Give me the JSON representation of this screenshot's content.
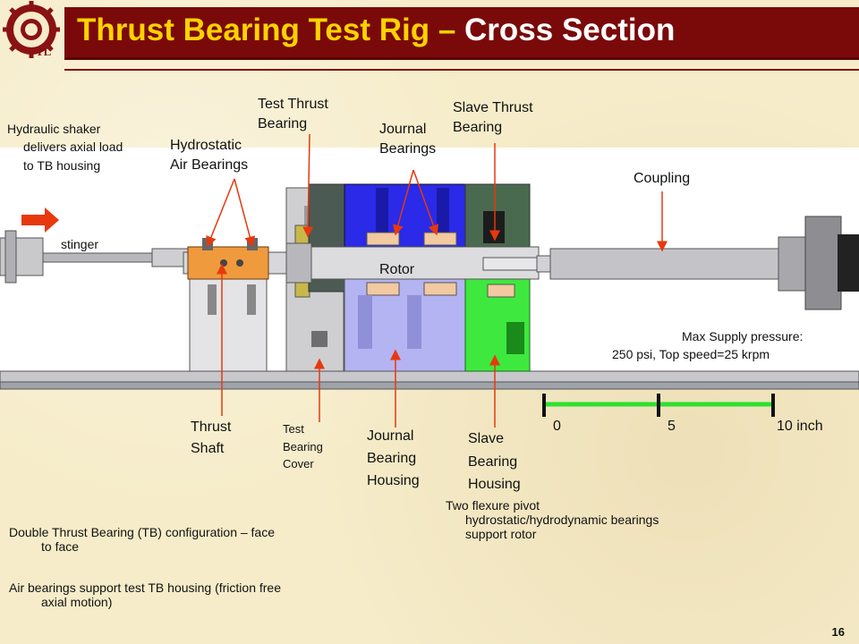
{
  "title": {
    "part1": "Thrust Bearing Test Rig – ",
    "part2": "Cross Section"
  },
  "labels": {
    "hydraulic_shaker": "Hydraulic shaker",
    "hydraulic_shaker_2": "delivers axial load",
    "hydraulic_shaker_3": "to TB housing",
    "stinger": "stinger",
    "hydrostatic_1": "Hydrostatic",
    "hydrostatic_2": "Air Bearings",
    "test_thrust_1": "Test Thrust",
    "test_thrust_2": "Bearing",
    "journal_1": "Journal",
    "journal_2": "Bearings",
    "slave_thrust_1": "Slave Thrust",
    "slave_thrust_2": "Bearing",
    "coupling": "Coupling",
    "rotor": "Rotor",
    "max_supply_1": "Max Supply pressure:",
    "max_supply_2": "250 psi, Top speed=25 krpm",
    "thrust_shaft_1": "Thrust",
    "thrust_shaft_2": "Shaft",
    "test_cover_1": "Test",
    "test_cover_2": "Bearing",
    "test_cover_3": "Cover",
    "jb_housing_1": "Journal",
    "jb_housing_2": "Bearing",
    "jb_housing_3": "Housing",
    "sb_housing_1": "Slave",
    "sb_housing_2": "Bearing",
    "sb_housing_3": "Housing",
    "flexure_1": "Two flexure pivot",
    "flexure_2": "hydrostatic/hydrodynamic bearings",
    "flexure_3": "support rotor",
    "bullet1_a": "Double Thrust Bearing (TB) configuration – face",
    "bullet1_b": "to face",
    "bullet2_a": "Air bearings support test TB housing (friction free",
    "bullet2_b": "axial motion)"
  },
  "scale": {
    "tick0": "0",
    "tick5": "5",
    "tick10": "10 inch"
  },
  "logo_text": "TL",
  "page_number": "16",
  "colors": {
    "title_bg": "#7a0a0a",
    "title_yellow": "#ffd200",
    "arrow": "#e8380d",
    "scale_green": "#2ee02e"
  }
}
